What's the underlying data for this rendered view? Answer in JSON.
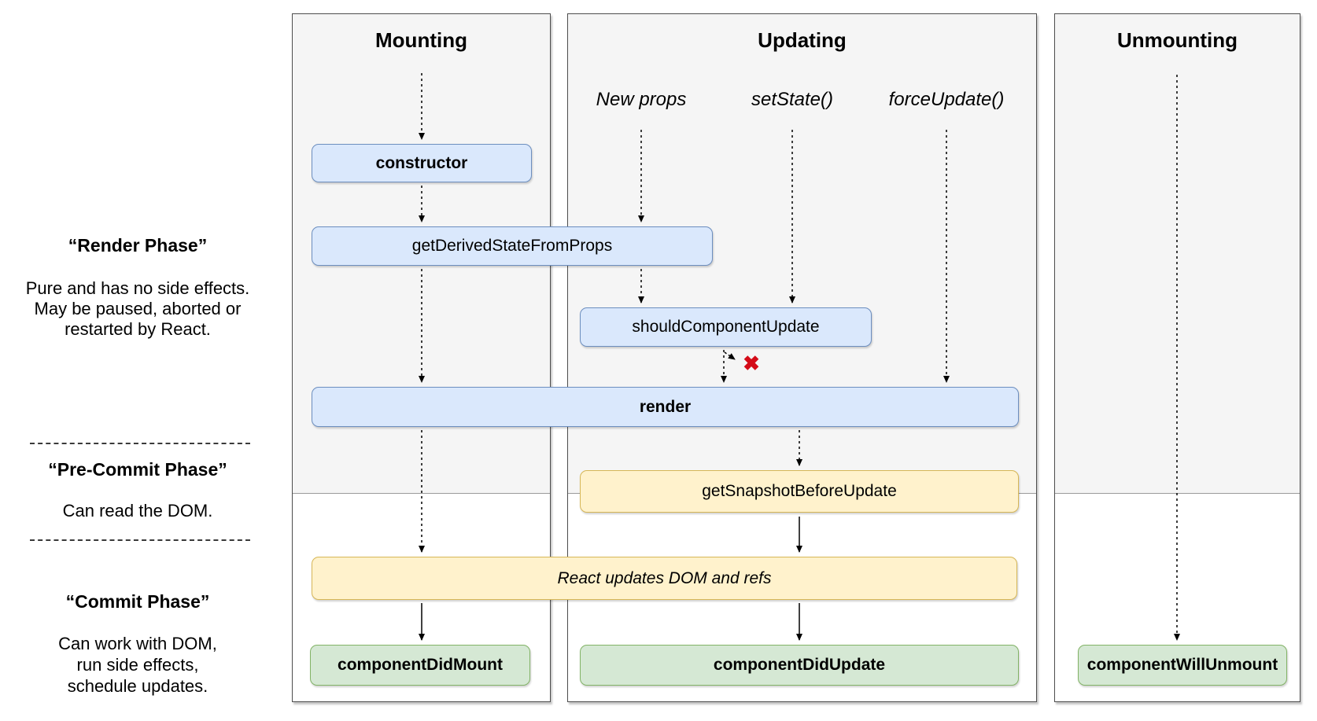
{
  "side_panel": {
    "render_phase": {
      "title": "“Render Phase”",
      "lines": [
        "Pure and has no side effects.",
        "May be paused, aborted or",
        "restarted by React."
      ]
    },
    "pre_commit_phase": {
      "title": "“Pre-Commit Phase”",
      "lines": [
        "Can read the DOM."
      ]
    },
    "commit_phase": {
      "title": "“Commit Phase”",
      "lines": [
        "Can work with DOM,",
        "run side effects,",
        "schedule updates."
      ]
    }
  },
  "columns": {
    "mounting": "Mounting",
    "updating": "Updating",
    "unmounting": "Unmounting"
  },
  "events": {
    "new_props": "New props",
    "set_state": "setState()",
    "force_update": "forceUpdate()"
  },
  "boxes": {
    "constructor": "constructor",
    "get_derived_state_from_props": "getDerivedStateFromProps",
    "should_component_update": "shouldComponentUpdate",
    "render": "render",
    "get_snapshot_before_update": "getSnapshotBeforeUpdate",
    "react_updates": "React updates DOM and refs",
    "component_did_mount": "componentDidMount",
    "component_did_update": "componentDidUpdate",
    "component_will_unmount": "componentWillUnmount"
  },
  "icons": {
    "skip_update_x": "✖"
  },
  "colors": {
    "lifecycle_method_fill": "#dae8fc",
    "lifecycle_method_stroke": "#6c8ebf",
    "side_effect_fill": "#fff2cc",
    "side_effect_stroke": "#d6b656",
    "commit_method_fill": "#d5e8d4",
    "commit_method_stroke": "#82b366",
    "render_phase_background": "#f5f5f5",
    "skip_update_x_color": "#d40b18"
  }
}
